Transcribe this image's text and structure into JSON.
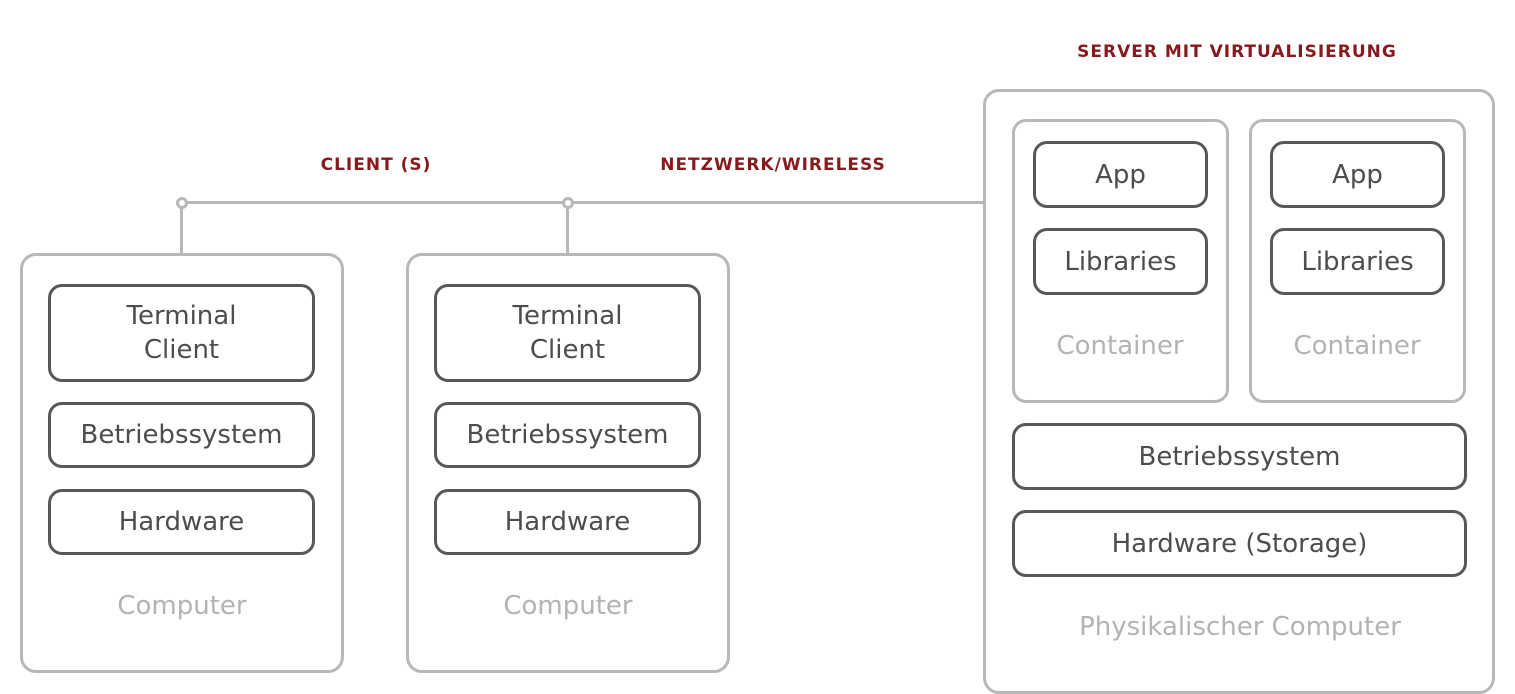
{
  "headings": {
    "server": "SERVER MIT VIRTUALISIERUNG",
    "clients": "CLIENT (S)",
    "network": "NETZWERK/WIRELESS"
  },
  "clients": [
    {
      "caption": "Computer",
      "layers": [
        "Terminal Client",
        "Betriebssystem",
        "Hardware"
      ]
    },
    {
      "caption": "Computer",
      "layers": [
        "Terminal Client",
        "Betriebssystem",
        "Hardware"
      ]
    }
  ],
  "server": {
    "caption": "Physikalischer Computer",
    "containers": [
      {
        "caption": "Container",
        "layers": [
          "App",
          "Libraries"
        ]
      },
      {
        "caption": "Container",
        "layers": [
          "App",
          "Libraries"
        ]
      }
    ],
    "layers": [
      "Betriebssystem",
      "Hardware (Storage)"
    ]
  },
  "colors": {
    "heading": "#861a1c",
    "layer_border": "#585858",
    "outer_border": "#b8b8b8",
    "caption": "#b3b3b3",
    "text": "#4d4d4d"
  }
}
